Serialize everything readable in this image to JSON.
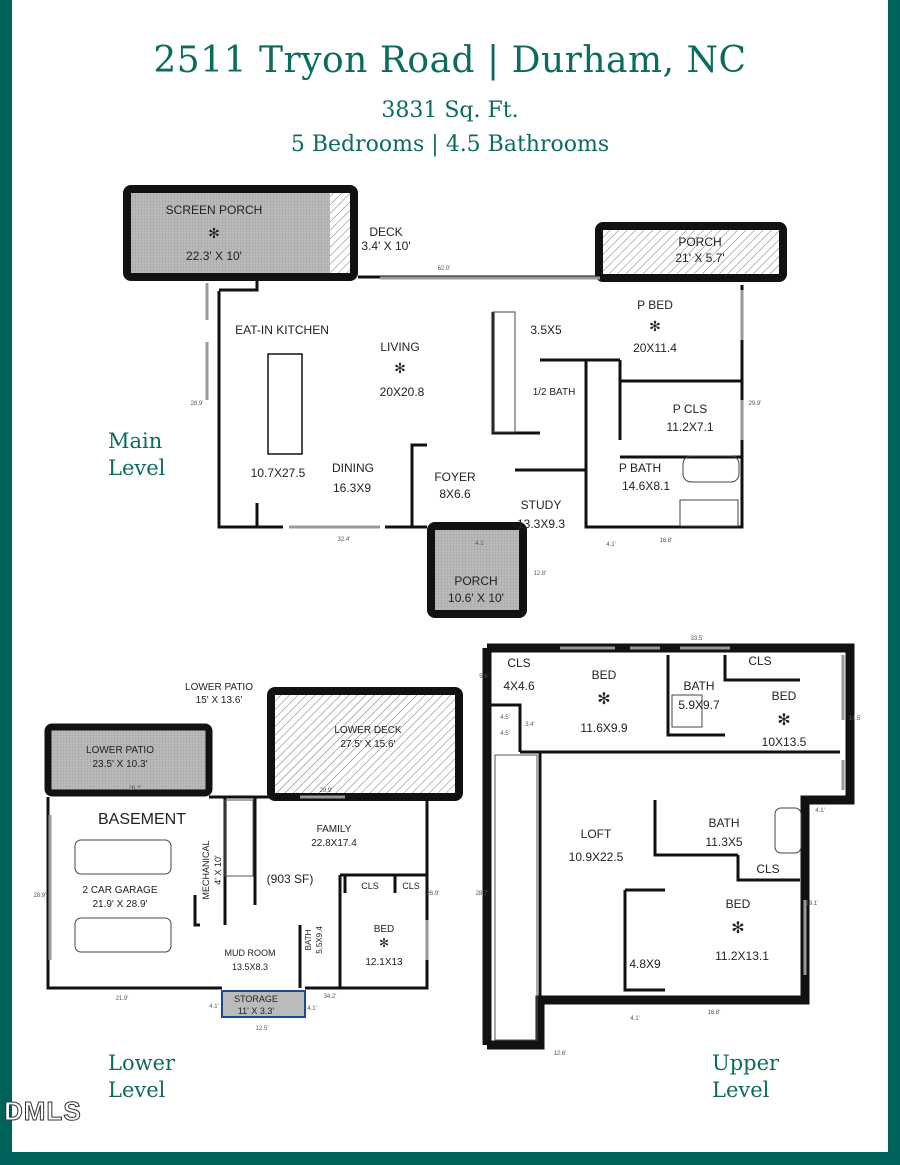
{
  "header": {
    "address": "2511 Tryon Road | Durham, NC",
    "sqft": "3831 Sq. Ft.",
    "beds_baths": "5 Bedrooms | 4.5 Bathrooms"
  },
  "levels": {
    "main": [
      "Main",
      "Level"
    ],
    "lower": [
      "Lower",
      "Level"
    ],
    "upper": [
      "Upper",
      "Level"
    ]
  },
  "colors": {
    "brand": "#006359",
    "title": "#0b6b5f"
  },
  "logo": "DMLS",
  "main_level": {
    "screen_porch": {
      "name": "SCREEN PORCH",
      "dims": "22.3' X 10'"
    },
    "deck": {
      "name": "DECK",
      "dims": "3.4' X 10'"
    },
    "rear_porch": {
      "name": "PORCH",
      "dims": "21' X 5.7'"
    },
    "kitchen": {
      "name": "EAT-IN KITCHEN",
      "dims": "10.7X27.5"
    },
    "living": {
      "name": "LIVING",
      "dims": "20X20.8"
    },
    "dining": {
      "name": "DINING",
      "dims": "16.3X9"
    },
    "foyer": {
      "name": "FOYER",
      "dims": "8X6.6"
    },
    "closet": {
      "dims": "3.5X5"
    },
    "half_bath": {
      "name": "1/2 BATH"
    },
    "p_bed": {
      "name": "P BED",
      "dims": "20X11.4"
    },
    "p_cls": {
      "name": "P CLS",
      "dims": "11.2X7.1"
    },
    "p_bath": {
      "name": "P BATH",
      "dims": "14.6X8.1"
    },
    "study": {
      "name": "STUDY",
      "dims": "13.3X9.3"
    },
    "front_porch": {
      "name": "PORCH",
      "dims": "10.6' X 10'"
    },
    "measures": {
      "top": "62.0'",
      "left": "28.9'",
      "right": "29.9'",
      "bottom": "32.4'",
      "porch_w": "12.8'",
      "bath_w": "16.8'",
      "step1": "4.1'",
      "step2": "4.1'"
    }
  },
  "lower_level": {
    "lower_patio_top": {
      "name": "LOWER PATIO",
      "dims": "15' X 13.6'"
    },
    "lower_patio": {
      "name": "LOWER PATIO",
      "dims": "23.5' X 10.3'"
    },
    "lower_deck": {
      "name": "LOWER DECK",
      "dims": "27.5' X 15.6'"
    },
    "basement": "BASEMENT",
    "garage": {
      "name": "2 CAR GARAGE",
      "dims": "21.9' X 28.9'"
    },
    "mechanical": {
      "name": "MECHANICAL",
      "dims": "4' X 10'"
    },
    "family": {
      "name": "FAMILY",
      "dims": "22.8X17.4"
    },
    "sf": "(903 SF)",
    "cls1": "CLS",
    "cls2": "CLS",
    "bed": {
      "name": "BED",
      "dims": "12.1X13"
    },
    "bath": {
      "name": "BATH",
      "dims": "5.5X9.4"
    },
    "mud": {
      "name": "MUD ROOM",
      "dims": "13.5X8.3"
    },
    "storage": {
      "name": "STORAGE",
      "dims": "11' X 3.3'"
    },
    "measures": {
      "patio": "26.2'",
      "deck": "29.9'",
      "left": "28.9'",
      "right": "26.9'",
      "bottom_left": "21.9'",
      "bottom_right": "34.2'",
      "storage_w": "12.5'",
      "s1": "4.1'",
      "s2": "4.1'"
    }
  },
  "upper_level": {
    "cls": {
      "name": "CLS",
      "dims": "4X4.6"
    },
    "bed1": {
      "name": "BED",
      "dims": "11.6X9.9"
    },
    "bath1": {
      "name": "BATH",
      "dims": "5.9X9.7"
    },
    "cls2": "CLS",
    "bed2": {
      "name": "BED",
      "dims": "10X13.5"
    },
    "loft": {
      "name": "LOFT",
      "dims": "10.9X22.5"
    },
    "bath2": {
      "name": "BATH",
      "dims": "11.3X5"
    },
    "cls3": "CLS",
    "bed3": {
      "name": "BED",
      "dims": "11.2X13.1"
    },
    "laundry": {
      "dims": "4.8X9"
    },
    "measures": {
      "top": "33.5'",
      "left": "28.7'",
      "cls_side": "5.6'",
      "a": "4.5'",
      "b": "4.5'",
      "c": "3.4'",
      "right1": "14.5'",
      "step": "4.1'",
      "right2": "19.1'",
      "bottom": "16.8'",
      "bottom_left": "12.6'",
      "s": "4.1'"
    }
  }
}
